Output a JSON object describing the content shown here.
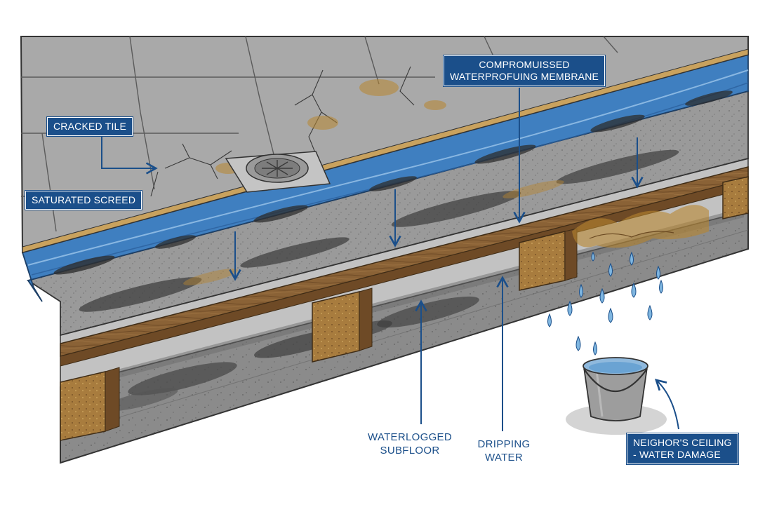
{
  "labels": {
    "cracked_tile": "CRACKED TILE",
    "saturated_screed": "SATURATED SCREED",
    "membrane": "COMPROMUISSED\nWATERPROFUING MEMBRANE",
    "subfloor": "WATERLOGGED\nSUBFLOOR",
    "dripping": "DRIPPING\nWATER",
    "ceiling": "NEIGHOR'S CEILING\n- WATER DAMAGE"
  },
  "colors": {
    "label_blue": "#1b4f8a",
    "tile_grey": "#a9a9a9",
    "membrane_blue": "#3f7fc0",
    "timber_brown": "#8a6236",
    "concrete_grey": "#8d8d8d",
    "stain_dark": "#3d3d3d",
    "rust_stain": "#b8862f"
  },
  "icons": [
    "floor-drain-icon",
    "bucket-icon",
    "water-drop-icon",
    "arrow-icon"
  ]
}
